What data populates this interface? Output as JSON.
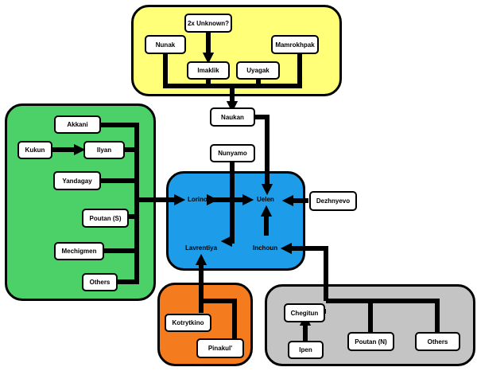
{
  "nodes": {
    "unknown": "2x Unknown?",
    "nunak": "Nunak",
    "mamrokhpak": "Mamrokhpak",
    "imaklik": "Imaklik",
    "uyagak": "Uyagak",
    "naukan": "Naukan",
    "nunyamo": "Nunyamo",
    "akkani": "Akkani",
    "kukun": "Kukun",
    "ilyan": "Ilyan",
    "yandagay": "Yandagay",
    "poutan_s": "Poutan (S)",
    "mechigmen": "Mechigmen",
    "others_west": "Others",
    "dezhnyevo": "Dezhnyevo",
    "kotrytkino": "Kotrytkino",
    "pinakul": "Pinakul'",
    "chegitun": "Chegitun",
    "ipen": "Ipen",
    "poutan_n": "Poutan (N)",
    "others_east": "Others"
  },
  "hubs": {
    "lorino": "Lorino",
    "uelen": "Uelen",
    "lavrentiya": "Lavrentiya",
    "inchoun": "Inchoun"
  },
  "colors": {
    "north_region": "#ffff78",
    "west_region": "#4cd168",
    "center_region": "#1c9ce9",
    "south_region": "#f47c1e",
    "east_region": "#c4c4c4",
    "link": "#000000"
  }
}
